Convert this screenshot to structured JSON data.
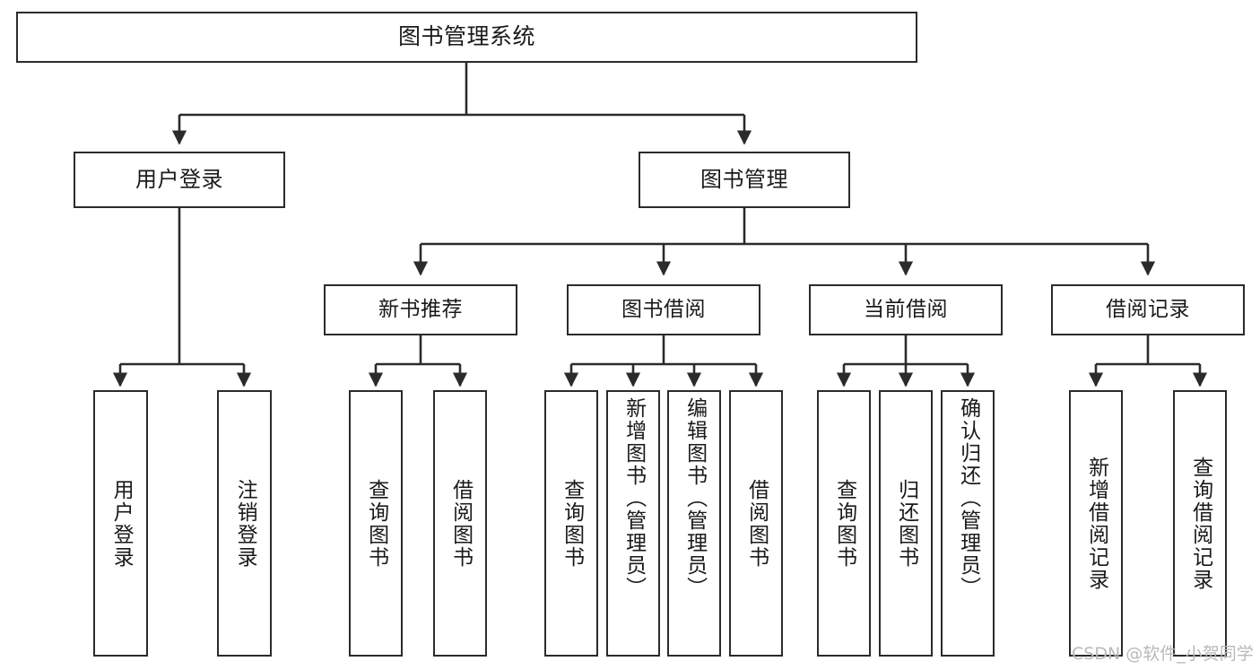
{
  "diagram": {
    "title": "图书管理系统",
    "type": "hierarchy-tree",
    "line_color": "#2b2b2b",
    "box_fill": "#ffffff",
    "text_color": "#1a1a1a"
  },
  "nodes": {
    "root": {
      "label": "图书管理系统"
    },
    "level1": [
      {
        "label": "用户登录"
      },
      {
        "label": "图书管理"
      }
    ],
    "level2": [
      {
        "label": "新书推荐"
      },
      {
        "label": "图书借阅"
      },
      {
        "label": "当前借阅"
      },
      {
        "label": "借阅记录"
      }
    ],
    "leaves": {
      "user_login": [
        {
          "label": "用户登录"
        },
        {
          "label": "注销登录"
        }
      ],
      "new_book_recommend": [
        {
          "label": "查询图书"
        },
        {
          "label": "借阅图书"
        }
      ],
      "book_borrow": [
        {
          "label": "查询图书"
        },
        {
          "label": "新增图书（管理员）"
        },
        {
          "label": "编辑图书（管理员）"
        },
        {
          "label": "借阅图书"
        }
      ],
      "current_borrow": [
        {
          "label": "查询图书"
        },
        {
          "label": "归还图书"
        },
        {
          "label": "确认归还（管理员）"
        }
      ],
      "borrow_record": [
        {
          "label": "新增借阅记录"
        },
        {
          "label": "查询借阅记录"
        }
      ]
    }
  },
  "watermark": {
    "text": "CSDN @软件_小贺同学"
  }
}
